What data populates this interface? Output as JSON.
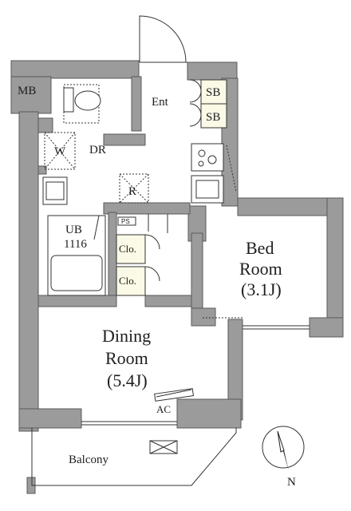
{
  "plan": {
    "labels": {
      "mb": "MB",
      "ent": "Ent",
      "sb1": "SB",
      "sb2": "SB",
      "w": "W",
      "dr": "DR",
      "r": "R",
      "ps": "PS",
      "ub": "UB",
      "ub_size": "1116",
      "clo1": "Clo.",
      "clo2": "Clo.",
      "bed_line1": "Bed",
      "bed_line2": "Room",
      "bed_size": "(3.1J)",
      "dining_line1": "Dining",
      "dining_line2": "Room",
      "dining_size": "(5.4J)",
      "ac": "AC",
      "balcony": "Balcony",
      "north": "N"
    },
    "colors": {
      "wall": "#9b9b9b",
      "storage": "#fafae6",
      "line": "#333333"
    }
  }
}
